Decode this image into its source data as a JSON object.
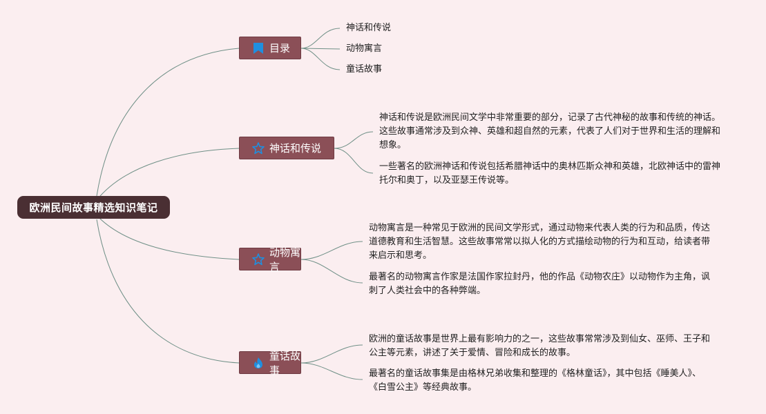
{
  "root": {
    "label": "欧洲民间故事精选知识笔记"
  },
  "branches": [
    {
      "label": "目录",
      "icon": "flag-icon",
      "children": [
        "神话和传说",
        "动物寓言",
        "童话故事"
      ]
    },
    {
      "label": "神话和传说",
      "icon": "star-icon",
      "paragraphs": [
        "神话和传说是欧洲民间文学中非常重要的部分，记录了古代神秘的故事和传统的神话。这些故事通常涉及到众神、英雄和超自然的元素，代表了人们对于世界和生活的理解和想象。",
        "一些著名的欧洲神话和传说包括希腊神话中的奥林匹斯众神和英雄，北欧神话中的雷神托尔和奥丁，以及亚瑟王传说等。"
      ]
    },
    {
      "label": "动物寓言",
      "icon": "star-icon",
      "paragraphs": [
        "动物寓言是一种常见于欧洲的民间文学形式，通过动物来代表人类的行为和品质，传达道德教育和生活智慧。这些故事常常以拟人化的方式描绘动物的行为和互动，给读者带来启示和思考。",
        "最著名的动物寓言作家是法国作家拉封丹，他的作品《动物农庄》以动物作为主角，讽刺了人类社会中的各种弊端。"
      ]
    },
    {
      "label": "童话故事",
      "icon": "fire-icon",
      "paragraphs": [
        "欧洲的童话故事是世界上最有影响力的之一，这些故事常常涉及到仙女、巫师、王子和公主等元素，讲述了关于爱情、冒险和成长的故事。",
        "最著名的童话故事集是由格林兄弟收集和整理的《格林童话》，其中包括《睡美人》、《白雪公主》等经典故事。"
      ]
    }
  ],
  "colors": {
    "background": "#fbeef0",
    "root_fill": "#4a2f33",
    "branch_fill": "#8b4f57",
    "line": "#6e8f86",
    "icon_blue": "#1f8fe0"
  }
}
